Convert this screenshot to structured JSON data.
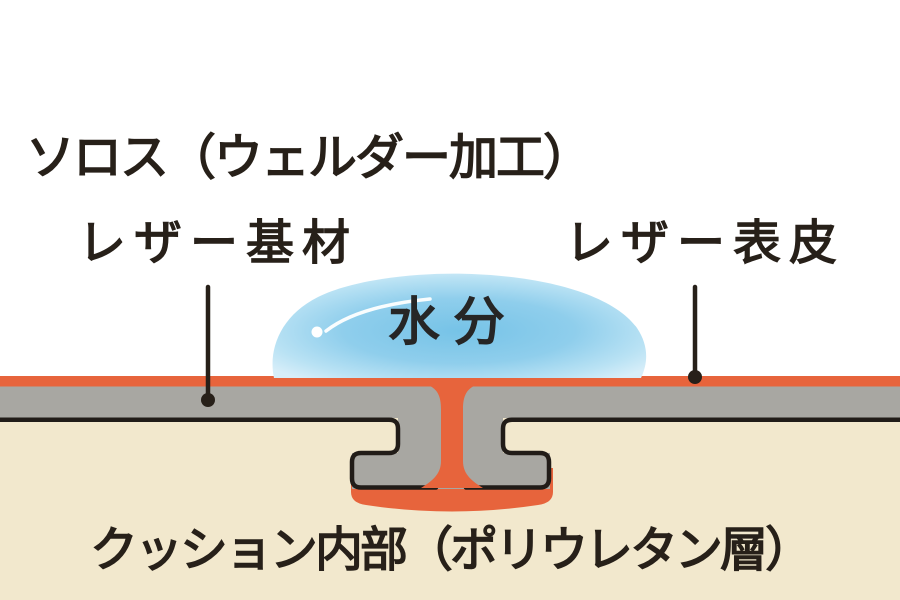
{
  "diagram": {
    "title": "ソロス（ウェルダー加工）",
    "labels": {
      "leather_base": "レザー基材",
      "leather_skin": "レザー表皮",
      "moisture": "水分",
      "cushion": "クッション内部（ポリウレタン層）"
    }
  },
  "colors": {
    "background": "#ffffff",
    "skin_orange": "#e7643c",
    "base_gray": "#a8a7a2",
    "cushion_beige": "#f2e8cd",
    "outline_black": "#211c18",
    "text_dark": "#272019",
    "droplet_core": "#76c3e7",
    "droplet_mid": "#8fceec",
    "droplet_soft": "#b9e2f4",
    "droplet_edge": "#d7eef9",
    "highlight_white": "#ffffff"
  }
}
